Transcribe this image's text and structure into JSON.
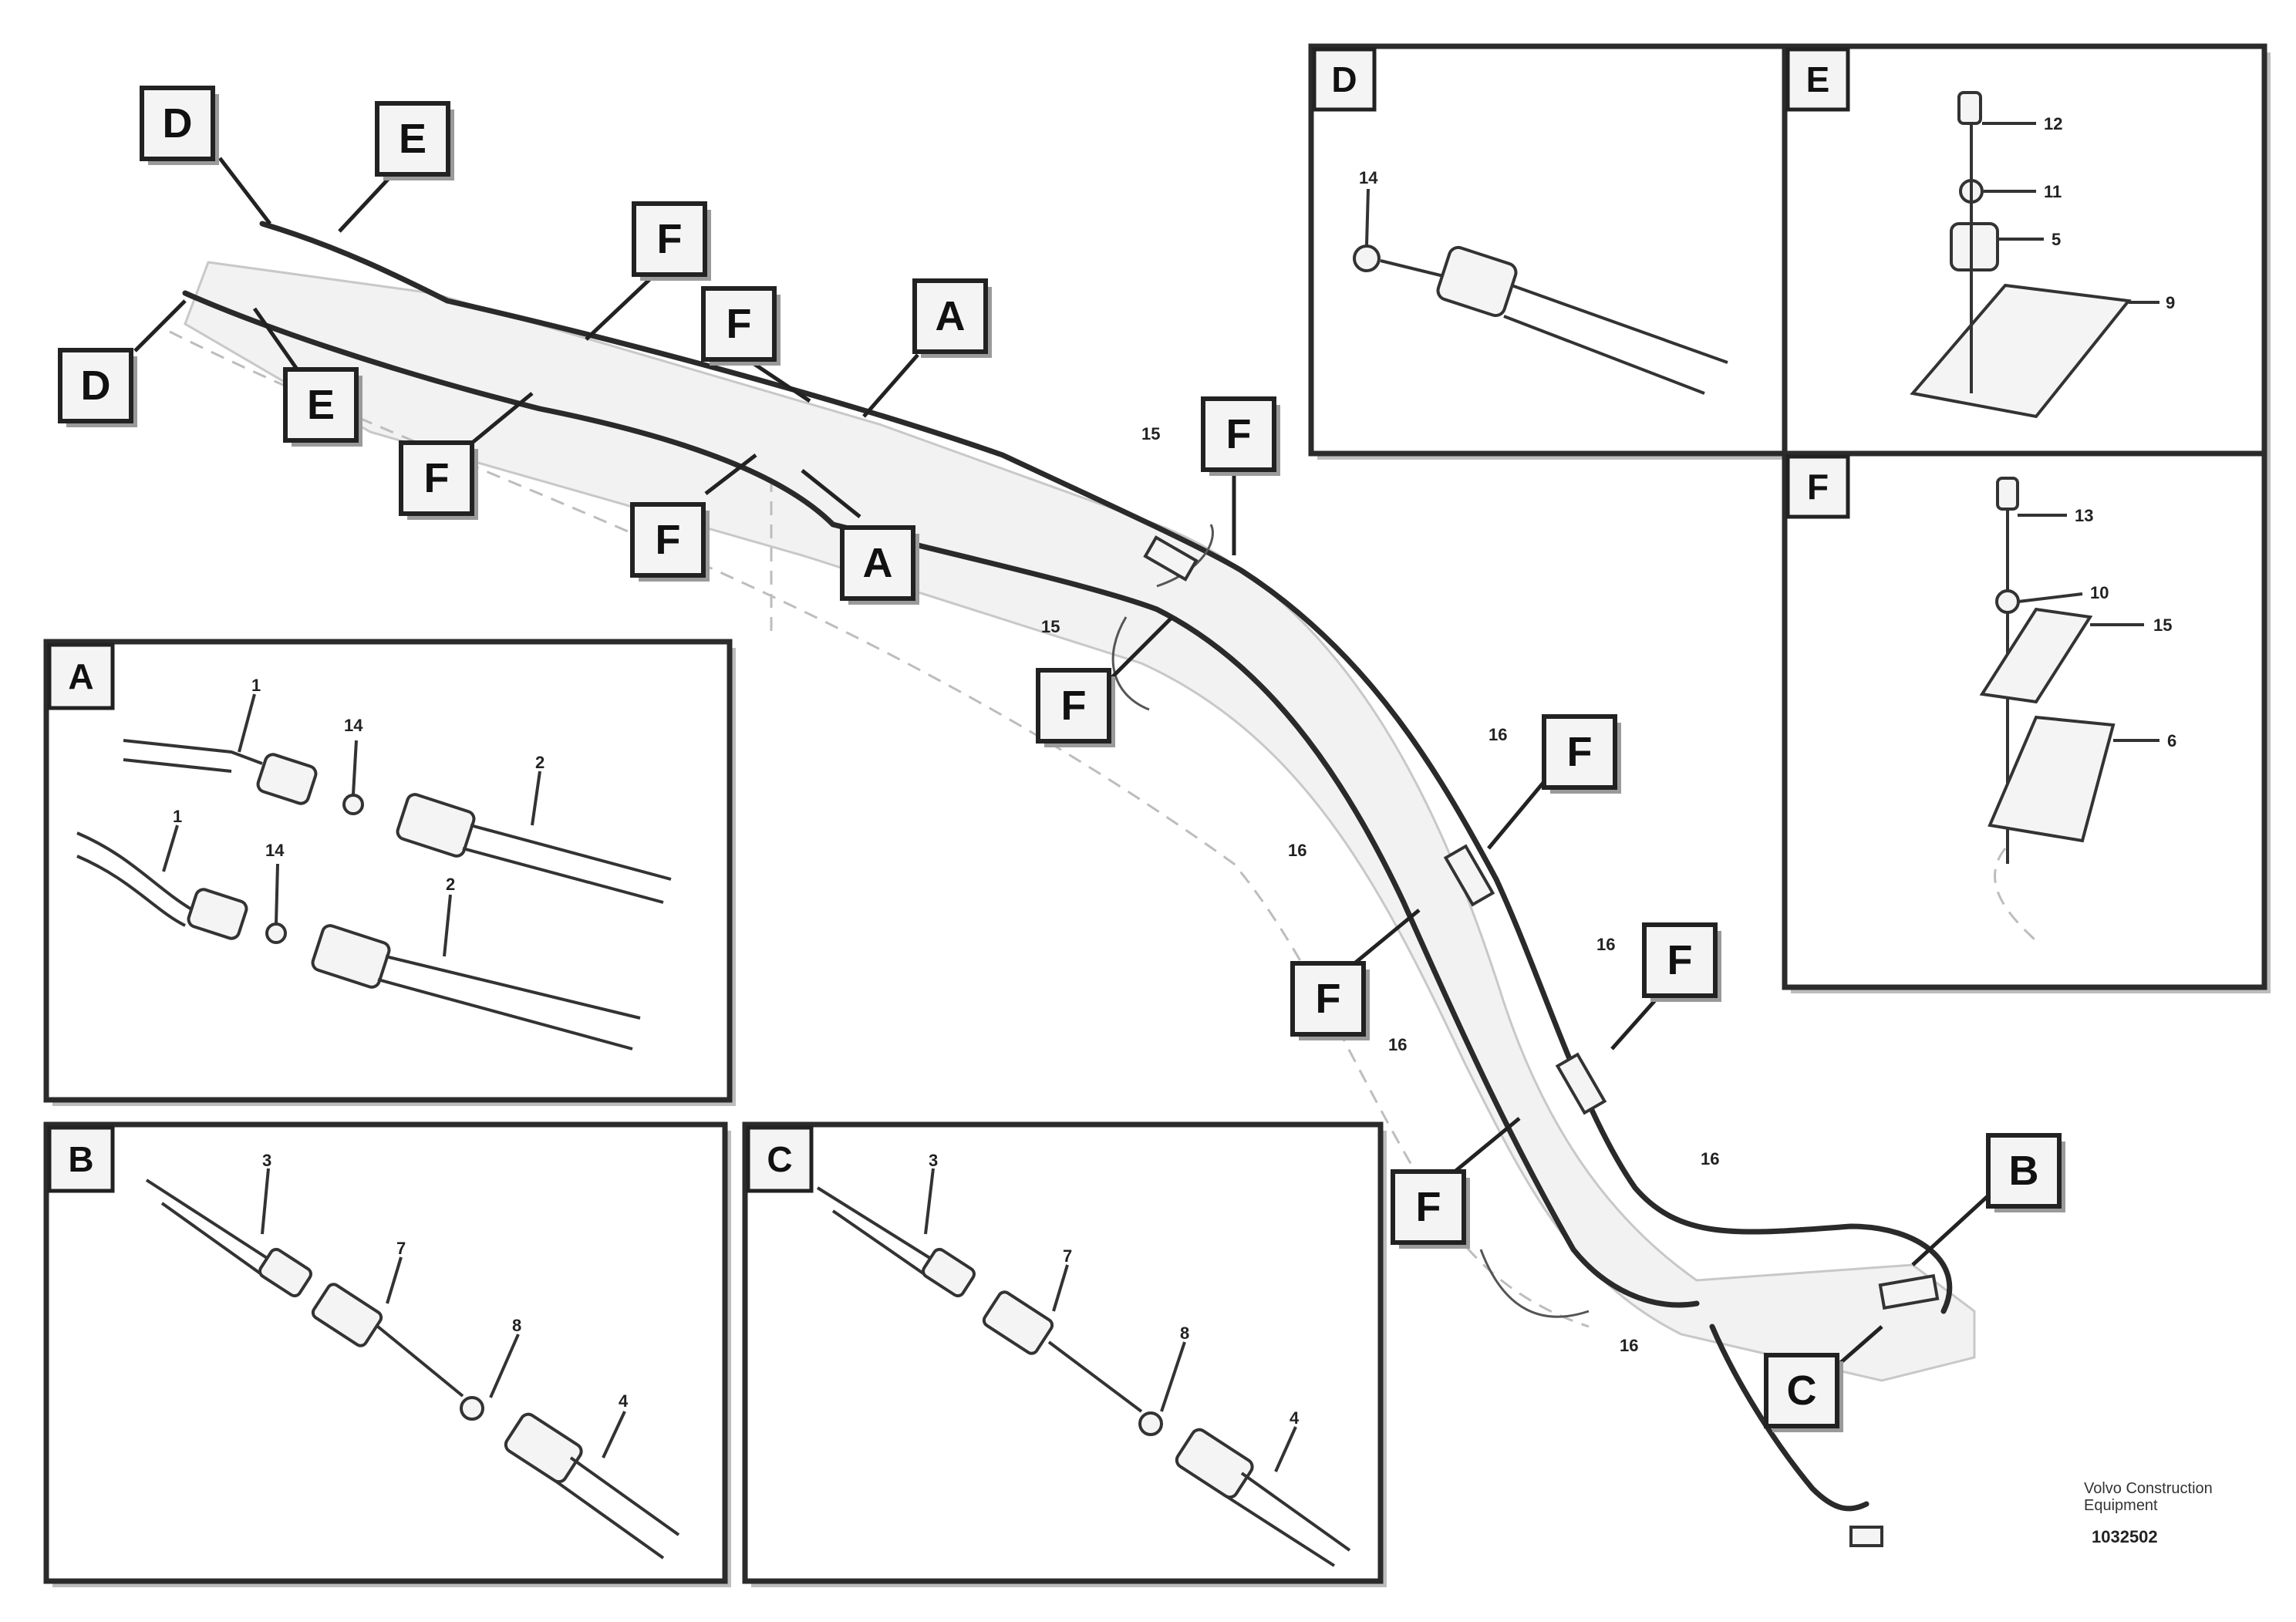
{
  "figure": {
    "callout_letters": [
      "A",
      "B",
      "C",
      "D",
      "E",
      "F"
    ],
    "footnote_line1": "Volvo Construction",
    "footnote_line2": "Equipment",
    "figure_id": "1032502"
  },
  "main_callouts": {
    "D": "D",
    "E": "E",
    "F": "F",
    "A": "A",
    "B": "B",
    "C": "C"
  },
  "main_refs": {
    "r15": "15",
    "r16": "16"
  },
  "panels": {
    "A": {
      "tag": "A",
      "refs": [
        "1",
        "14",
        "2",
        "1",
        "14",
        "2"
      ]
    },
    "B": {
      "tag": "B",
      "refs": [
        "3",
        "7",
        "8",
        "4"
      ]
    },
    "C": {
      "tag": "C",
      "refs": [
        "3",
        "7",
        "8",
        "4"
      ]
    },
    "D": {
      "tag": "D",
      "refs": [
        "14"
      ]
    },
    "E": {
      "tag": "E",
      "refs": [
        "12",
        "11",
        "5",
        "9"
      ]
    },
    "F": {
      "tag": "F",
      "refs": [
        "13",
        "10",
        "15",
        "6"
      ]
    }
  }
}
